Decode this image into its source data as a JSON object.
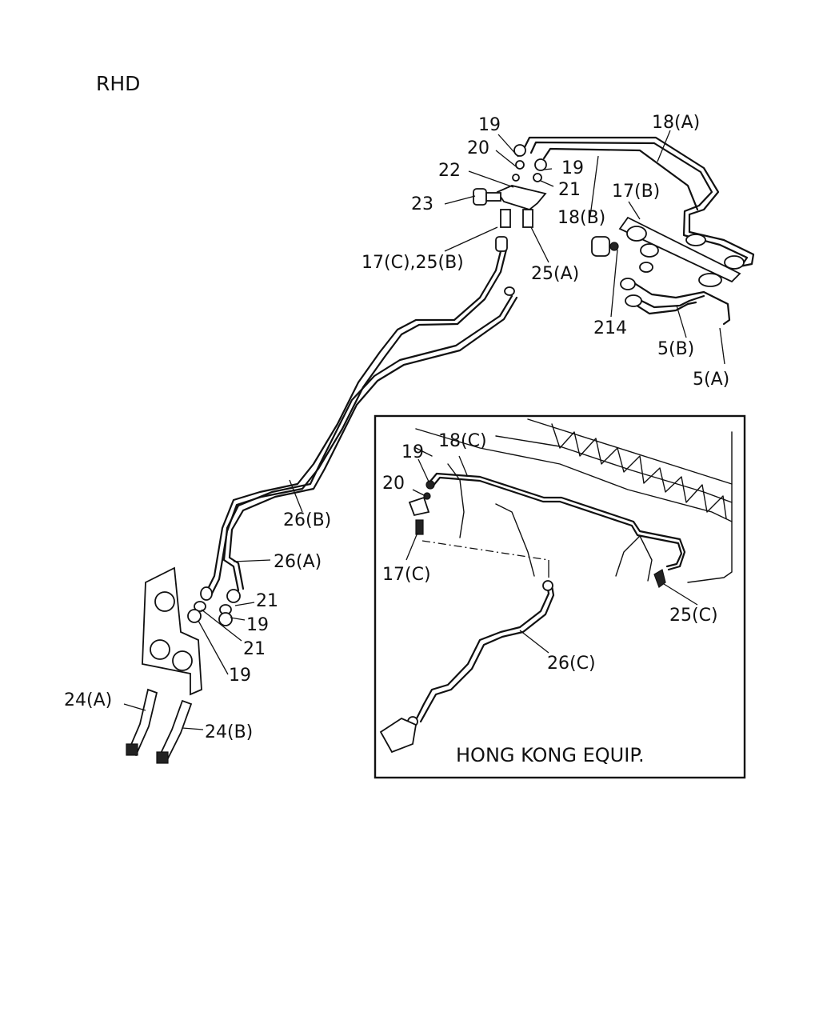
{
  "header": {
    "title": "RHD"
  },
  "inset": {
    "title": "HONG KONG EQUIP."
  },
  "labels": {
    "p18a": "18(A)",
    "p19_top": "19",
    "p20_top": "20",
    "p19_right": "19",
    "p22": "22",
    "p21_top": "21",
    "p23": "23",
    "p18b": "18(B)",
    "p17b": "17(B)",
    "p17c_25b": "17(C),25(B)",
    "p25a": "25(A)",
    "p214": "214",
    "p5b": "5(B)",
    "p5a": "5(A)",
    "p26b": "26(B)",
    "p26a": "26(A)",
    "p21_mid": "21",
    "p19_mid": "19",
    "p21_low": "21",
    "p19_low": "19",
    "p24a": "24(A)",
    "p24b": "24(B)",
    "i19": "19",
    "i18c": "18(C)",
    "i20": "20",
    "i17c": "17(C)",
    "i25c": "25(C)",
    "i26c": "26(C)"
  }
}
